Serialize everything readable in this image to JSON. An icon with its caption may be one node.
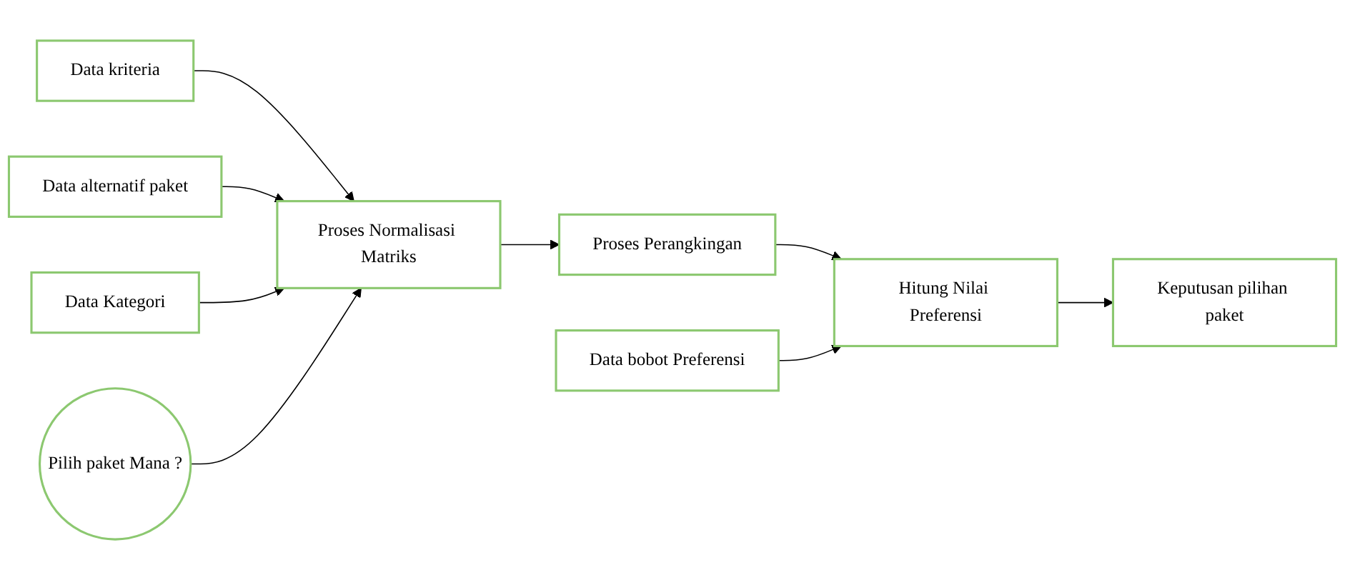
{
  "diagram": {
    "nodes": [
      {
        "text": [
          "Data kriteria"
        ]
      },
      {
        "text": [
          "Data alternatif paket"
        ]
      },
      {
        "text": [
          "Data Kategori"
        ]
      },
      {
        "text": [
          "Data bobot Preferensi"
        ]
      },
      {
        "text": [
          "Pilih paket Mana ?"
        ]
      },
      {
        "text": [
          "Proses Normalisasi Matriks"
        ]
      },
      {
        "text": [
          "Proses Perangkingan"
        ]
      },
      {
        "text": [
          "Hitung Nilai Preferensi"
        ]
      },
      {
        "text": [
          "Keputusan pilihan paket"
        ]
      }
    ],
    "edges": [
      {
        "from": 0,
        "to": 5,
        "arrow": "to"
      },
      {
        "from": 1,
        "to": 5,
        "arrow": "to"
      },
      {
        "from": 2,
        "to": 5,
        "arrow": "to"
      },
      {
        "from": 4,
        "to": 5,
        "arrow": "to"
      },
      {
        "from": 5,
        "to": 6,
        "arrow": "to"
      },
      {
        "from": 6,
        "to": 7,
        "arrow": "to"
      },
      {
        "from": 3,
        "to": 7,
        "arrow": "to"
      },
      {
        "from": 7,
        "to": 8,
        "arrow": "to"
      }
    ]
  }
}
